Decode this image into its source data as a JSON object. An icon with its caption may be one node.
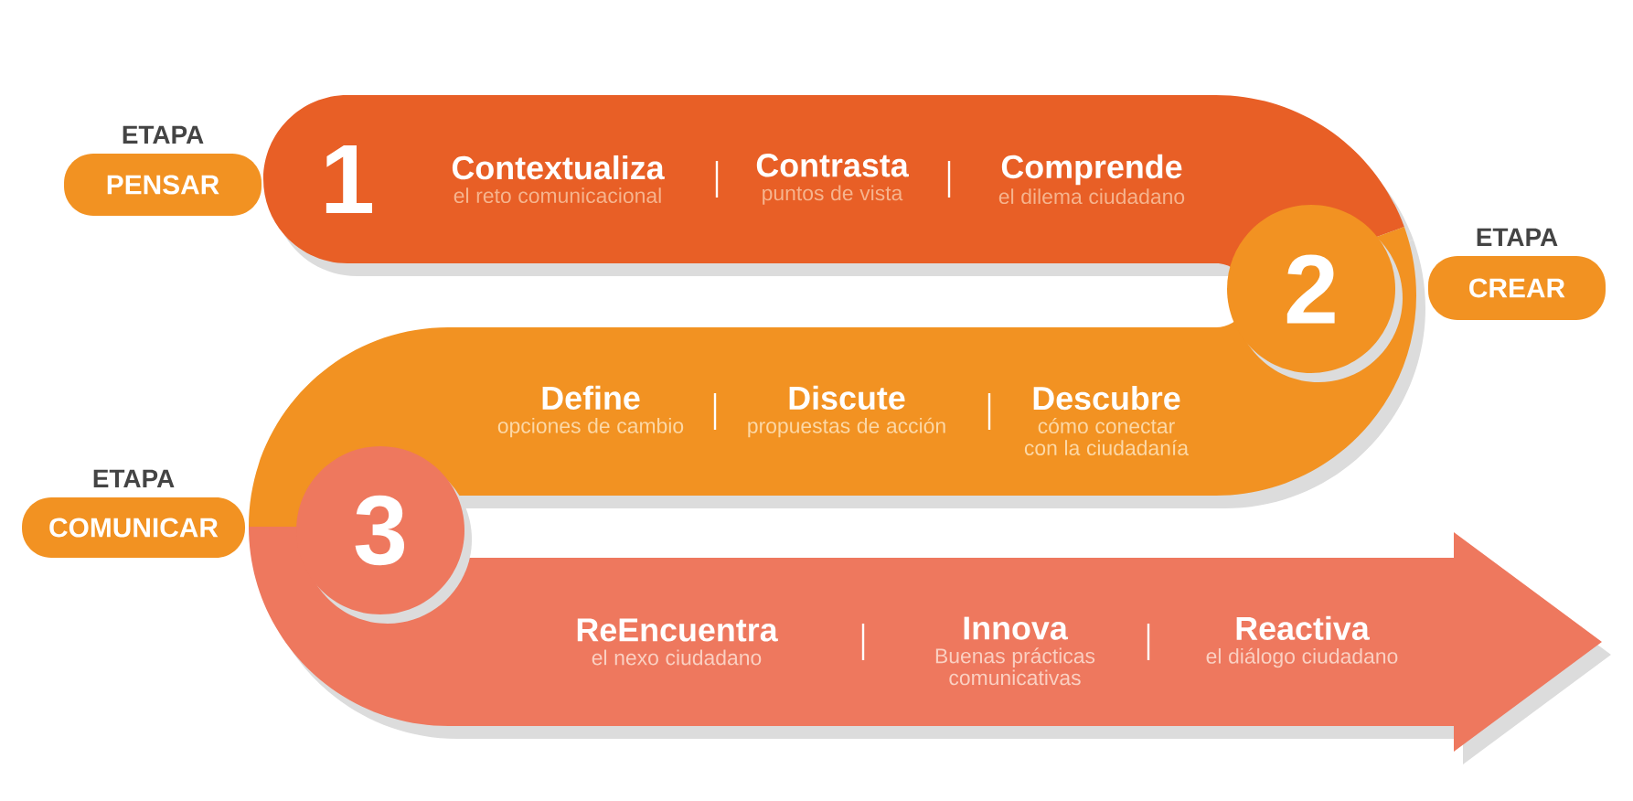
{
  "diagram": {
    "nodes": [
      {
        "text": [
          "1"
        ]
      },
      {
        "text": [
          "Contextualiza",
          "el reto comunicacional"
        ],
        "in": 0
      },
      {
        "text": [
          "Contrasta",
          "puntos de vista"
        ],
        "in": 0
      },
      {
        "text": [
          "Comprende",
          "el dilema ciudadano"
        ],
        "in": 0
      },
      {
        "text": [
          "PENSAR"
        ],
        "beside": [
          "ETAPA"
        ]
      },
      {
        "text": [
          "2"
        ]
      },
      {
        "text": [
          "Define",
          "opciones de cambio"
        ],
        "in": 5
      },
      {
        "text": [
          "Discute",
          "propuestas de acción"
        ],
        "in": 5
      },
      {
        "text": [
          "Descubre",
          "cómo conectar con la ciudadanía"
        ],
        "in": 5
      },
      {
        "text": [
          "CREAR"
        ],
        "beside": [
          "ETAPA"
        ]
      },
      {
        "text": [
          "3"
        ]
      },
      {
        "text": [
          "ReEncuentra",
          "el nexo ciudadano"
        ],
        "in": 10
      },
      {
        "text": [
          "Innova",
          "Buenas prácticas comunicativas"
        ],
        "in": 10
      },
      {
        "text": [
          "Reactiva",
          "el diálogo ciudadano"
        ],
        "in": 10
      },
      {
        "text": [
          "COMUNICAR"
        ],
        "beside": [
          "ETAPA"
        ]
      }
    ]
  }
}
